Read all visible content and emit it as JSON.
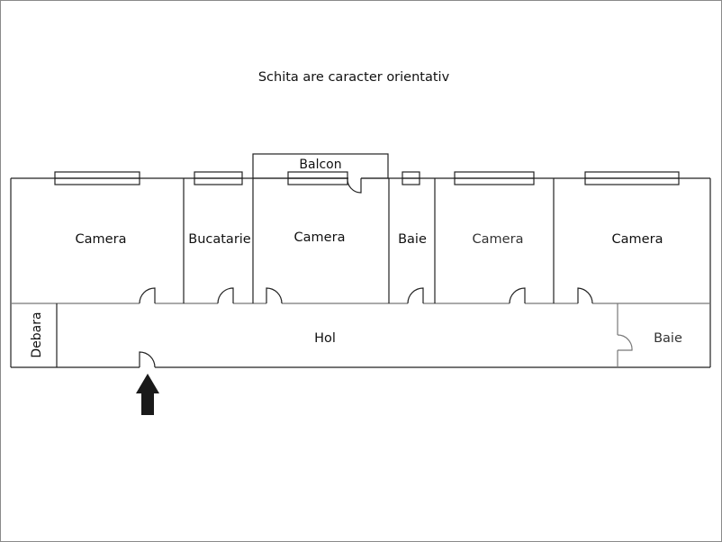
{
  "title": "Schita are caracter orientativ",
  "rooms": {
    "camera_1": "Camera",
    "bucatarie": "Bucatarie",
    "camera_2": "Camera",
    "balcon": "Balcon",
    "baie_1": "Baie",
    "camera_3": "Camera",
    "camera_4": "Camera",
    "debara": "Debara",
    "hol": "Hol",
    "baie_2": "Baie"
  }
}
